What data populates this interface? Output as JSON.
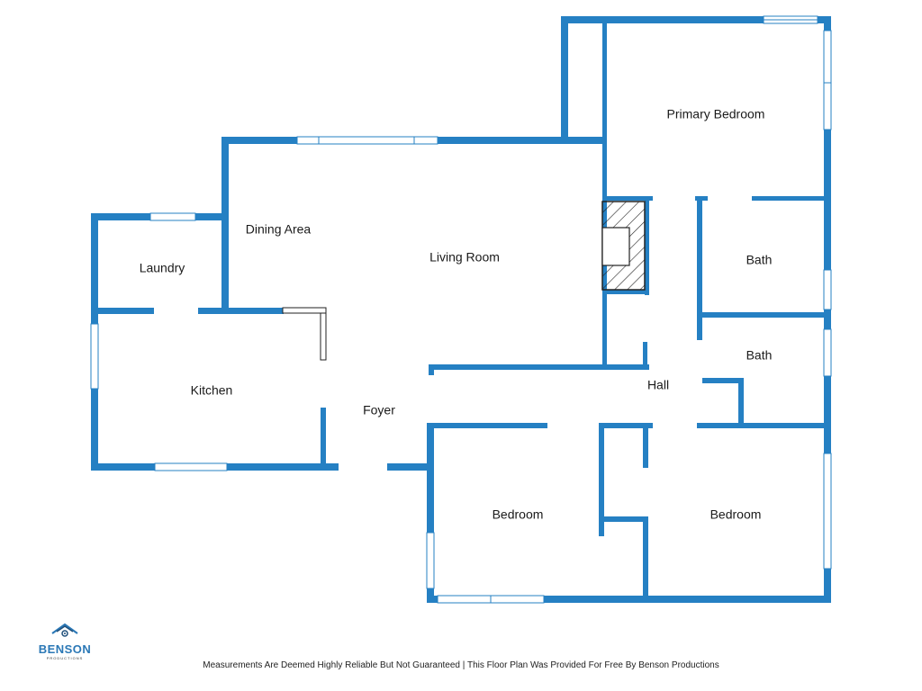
{
  "rooms": {
    "primary_bedroom": "Primary Bedroom",
    "dining_area": "Dining Area",
    "living_room": "Living Room",
    "laundry": "Laundry",
    "bath_upper": "Bath",
    "bath_lower": "Bath",
    "kitchen": "Kitchen",
    "foyer": "Foyer",
    "hall": "Hall",
    "bedroom_left": "Bedroom",
    "bedroom_right": "Bedroom"
  },
  "logo": {
    "brand": "BENSON",
    "sub": "PRODUCTIONS"
  },
  "footer": "Measurements Are Deemed Highly Reliable But Not Guaranteed | This Floor Plan Was Provided For Free By Benson Productions",
  "colors": {
    "wall": "#2580c3",
    "background": "#ffffff"
  }
}
